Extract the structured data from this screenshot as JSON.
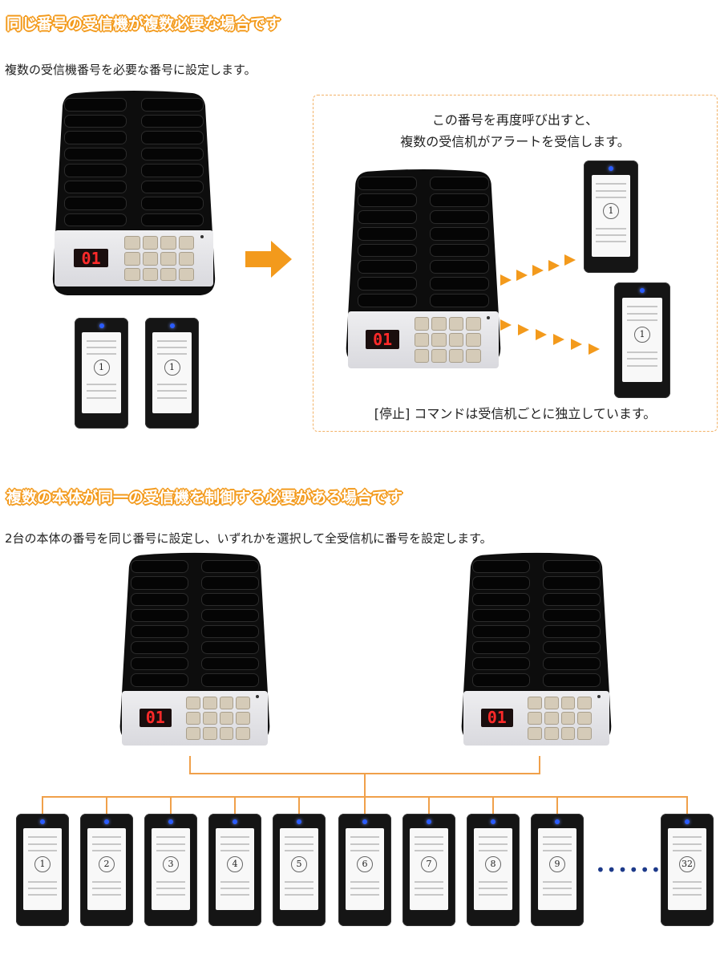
{
  "section1": {
    "heading": "同じ番号の受信機が複数必要な場合です",
    "description": "複数の受信機番号を必要な番号に設定します。",
    "box_line1": "この番号を再度呼び出すと、",
    "box_line2": "複数の受信机がアラートを受信します。",
    "box_footer": "[停止] コマンドは受信机ごとに独立しています。"
  },
  "section2": {
    "heading": "複数の本体が同一の受信機を制御する必要がある場合です",
    "description": "2台の本体の番号を同じ番号に設定し、いずれかを選択して全受信机に番号を設定します。"
  },
  "display_code": "01",
  "pager_numbers_section1": [
    "1",
    "1"
  ],
  "pager_numbers_box": [
    "1",
    "1"
  ],
  "pager_numbers_section2": [
    "1",
    "2",
    "3",
    "4",
    "5",
    "6",
    "7",
    "8",
    "9",
    "32"
  ],
  "ellipsis": "••••••",
  "colors": {
    "accent": "#f39a1c",
    "led": "#ff2a2a",
    "pager_light": "#2a5cff"
  }
}
